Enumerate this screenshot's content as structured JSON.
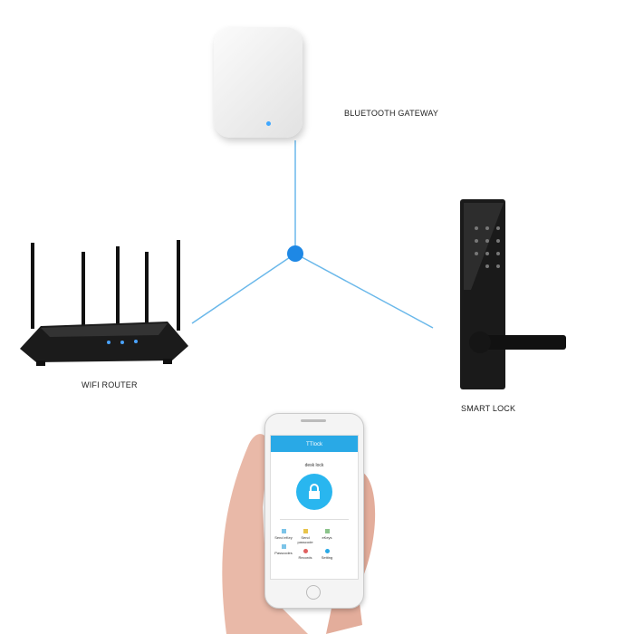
{
  "labels": {
    "gateway": "BLUETOOTH GATEWAY",
    "router": "WIFI ROUTER",
    "lock": "SMART LOCK"
  },
  "app": {
    "title": "TTlock",
    "lock_name": "desk lock",
    "actions": [
      "Send eKey",
      "Send passcode",
      "eKeys",
      "Passcodes",
      "Records",
      "Setting"
    ]
  },
  "colors": {
    "accent": "#29a9e6",
    "line": "#6ab8ea",
    "hub": "#1e88e5"
  }
}
